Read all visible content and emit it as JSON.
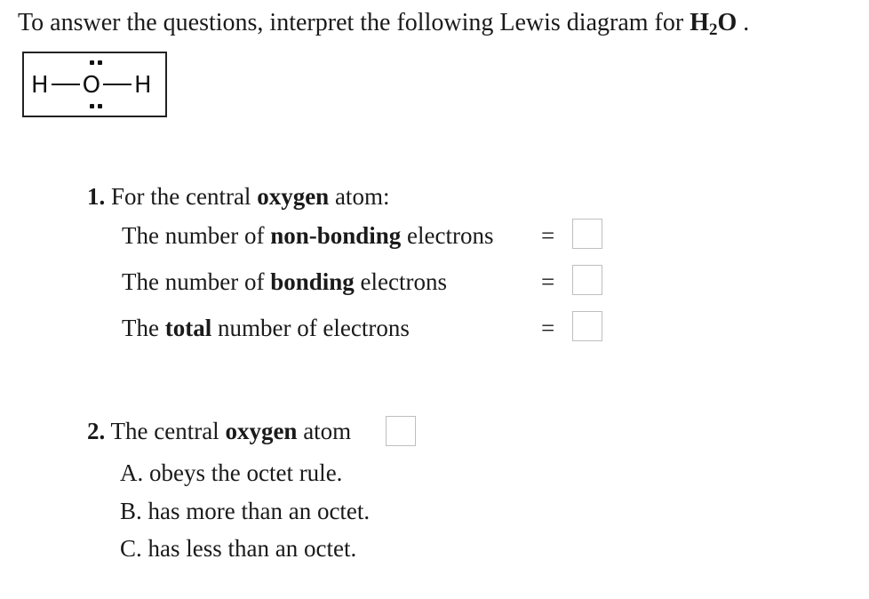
{
  "intro": {
    "prefix": "To answer the questions, interpret the following Lewis diagram for ",
    "formula_h": "H",
    "formula_sub": "2",
    "formula_o": "O",
    "suffix": " ."
  },
  "lewis": {
    "left_atom": "H",
    "center_atom": "O",
    "right_atom": "H"
  },
  "q1": {
    "number": "1.",
    "text_before": " For the central ",
    "bold": "oxygen",
    "text_after": " atom:",
    "rows": [
      {
        "pre": "The number of ",
        "bold": "non-bonding",
        "post": " electrons",
        "eq": "=",
        "value": ""
      },
      {
        "pre": "The number of ",
        "bold": "bonding",
        "post": " electrons",
        "eq": "=",
        "value": ""
      },
      {
        "pre": "The ",
        "bold": "total",
        "post": " number of electrons",
        "eq": "=",
        "value": ""
      }
    ]
  },
  "q2": {
    "number": "2.",
    "text_before": " The central ",
    "bold": "oxygen",
    "text_after": " atom",
    "value": "",
    "options": [
      "A. obeys the octet rule.",
      "B. has more than an octet.",
      "C. has less than an octet."
    ]
  }
}
